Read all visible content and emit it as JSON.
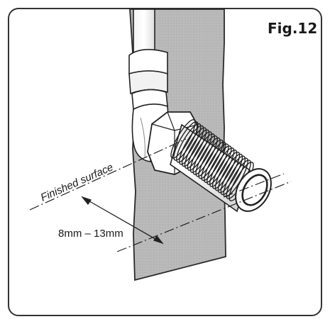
{
  "figure": {
    "title": "Fig.12",
    "surface_label": "Finished surface",
    "dimension_label": "8mm – 13mm"
  }
}
